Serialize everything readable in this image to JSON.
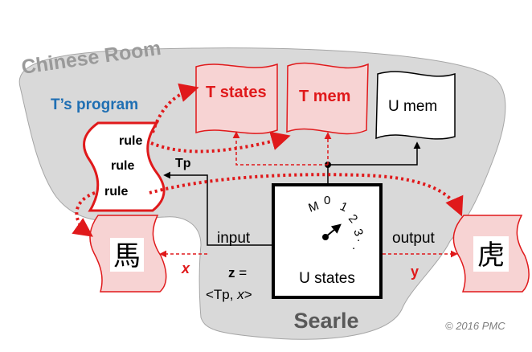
{
  "room": {
    "title": "Chinese Room",
    "title_color": "#9a9a9a",
    "fill": "#d9d9d9",
    "stroke": "#a6a6a6"
  },
  "program": {
    "title": "T’s program",
    "title_color": "#1f6fb3",
    "rules": [
      "rule",
      "rule",
      "rule"
    ]
  },
  "scrolls": {
    "t_states": "T states",
    "t_mem": "T mem",
    "u_mem": "U mem",
    "input_char": "馬",
    "output_char": "虎"
  },
  "machine": {
    "dial_labels": [
      "M",
      "0",
      "1",
      "2",
      "3",
      ".",
      "."
    ],
    "states_label": "U states"
  },
  "labels": {
    "tp": "Tp",
    "input": "input",
    "output": "output",
    "x": "x",
    "y": "y",
    "z_var": "z",
    "z_eq": "=",
    "z_pre": "<Tp, ",
    "z_x": "x",
    "z_post": ">",
    "searle": "Searle",
    "copyright": "© 2016 PMC"
  },
  "colors": {
    "red": "#e0191b",
    "pink_fill": "#f7d3d3",
    "black": "#000000"
  }
}
